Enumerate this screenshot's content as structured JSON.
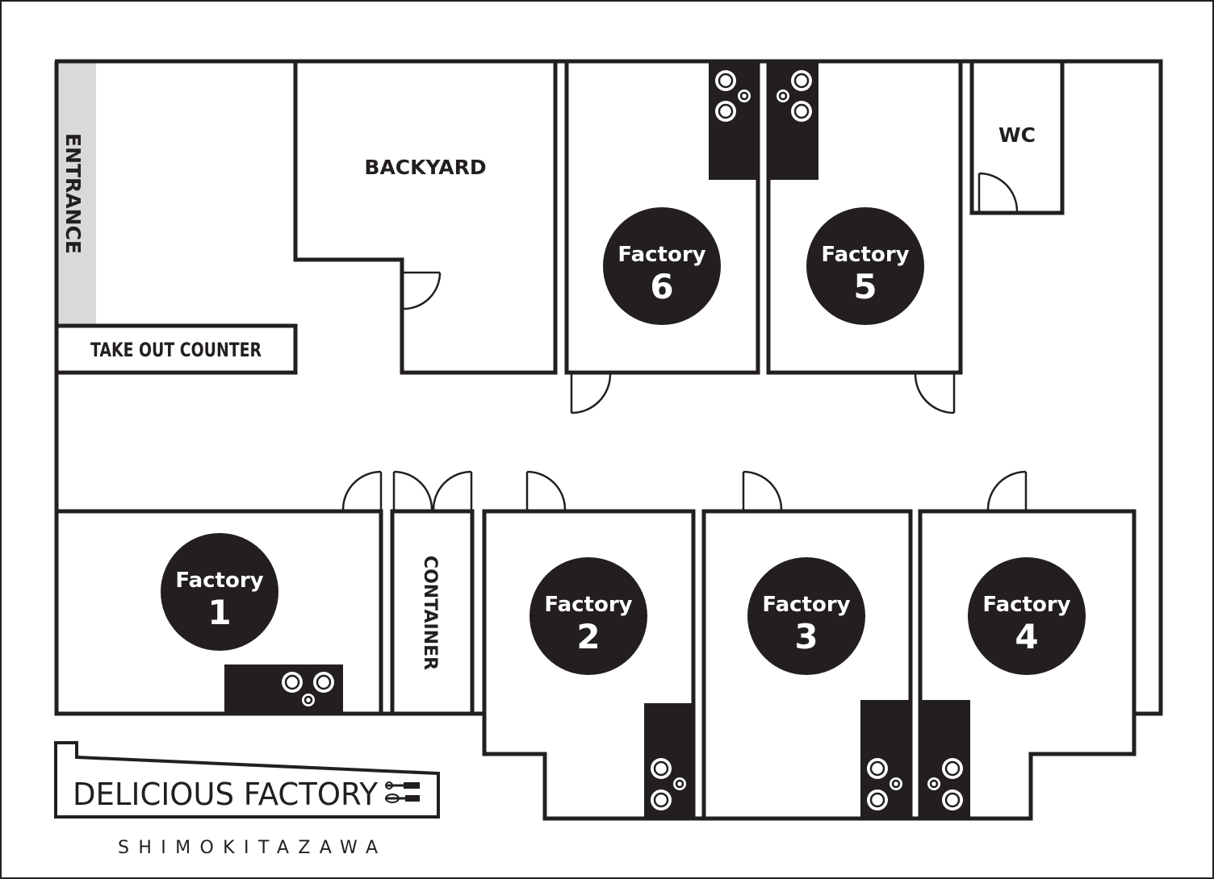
{
  "map": {
    "labels": {
      "entrance": "ENTRANCE",
      "backyard": "BACKYARD",
      "wc": "WC",
      "take_out_counter": "TAKE OUT COUNTER",
      "container": "CONTAINER"
    },
    "factories": [
      {
        "title": "Factory",
        "number": "1"
      },
      {
        "title": "Factory",
        "number": "2"
      },
      {
        "title": "Factory",
        "number": "3"
      },
      {
        "title": "Factory",
        "number": "4"
      },
      {
        "title": "Factory",
        "number": "5"
      },
      {
        "title": "Factory",
        "number": "6"
      }
    ],
    "colors": {
      "ink": "#231f20",
      "entrance_fill": "#d9d9d9",
      "background": "#ffffff"
    }
  },
  "logo": {
    "name": "DELICIOUS FACTORY",
    "location": "SHIMOKITAZAWA",
    "icon": "kitchen-utensils-icon"
  }
}
